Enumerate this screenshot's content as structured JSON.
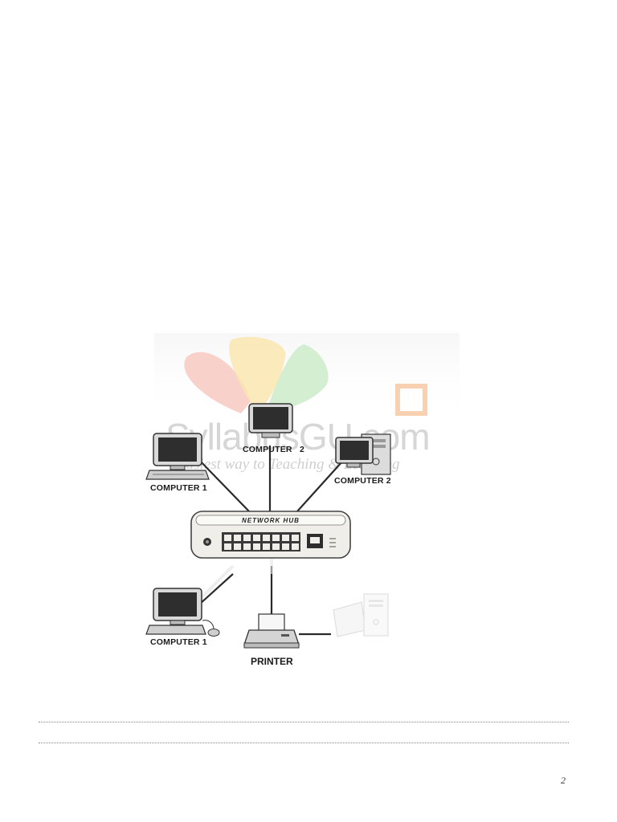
{
  "watermark": {
    "brand": "SyllabusGU.com",
    "tagline": "Easiest way to Teaching & Learning"
  },
  "diagram": {
    "hub_label": "NETWORK HUB",
    "nodes": {
      "top_center": "COMPUTER   2",
      "top_left": "COMPUTER 1",
      "top_right": "COMPUTER 2",
      "bottom_left": "COMPUTER 1",
      "bottom_center": "PRINTER"
    }
  },
  "answer_lines": 2,
  "page_number": "2"
}
